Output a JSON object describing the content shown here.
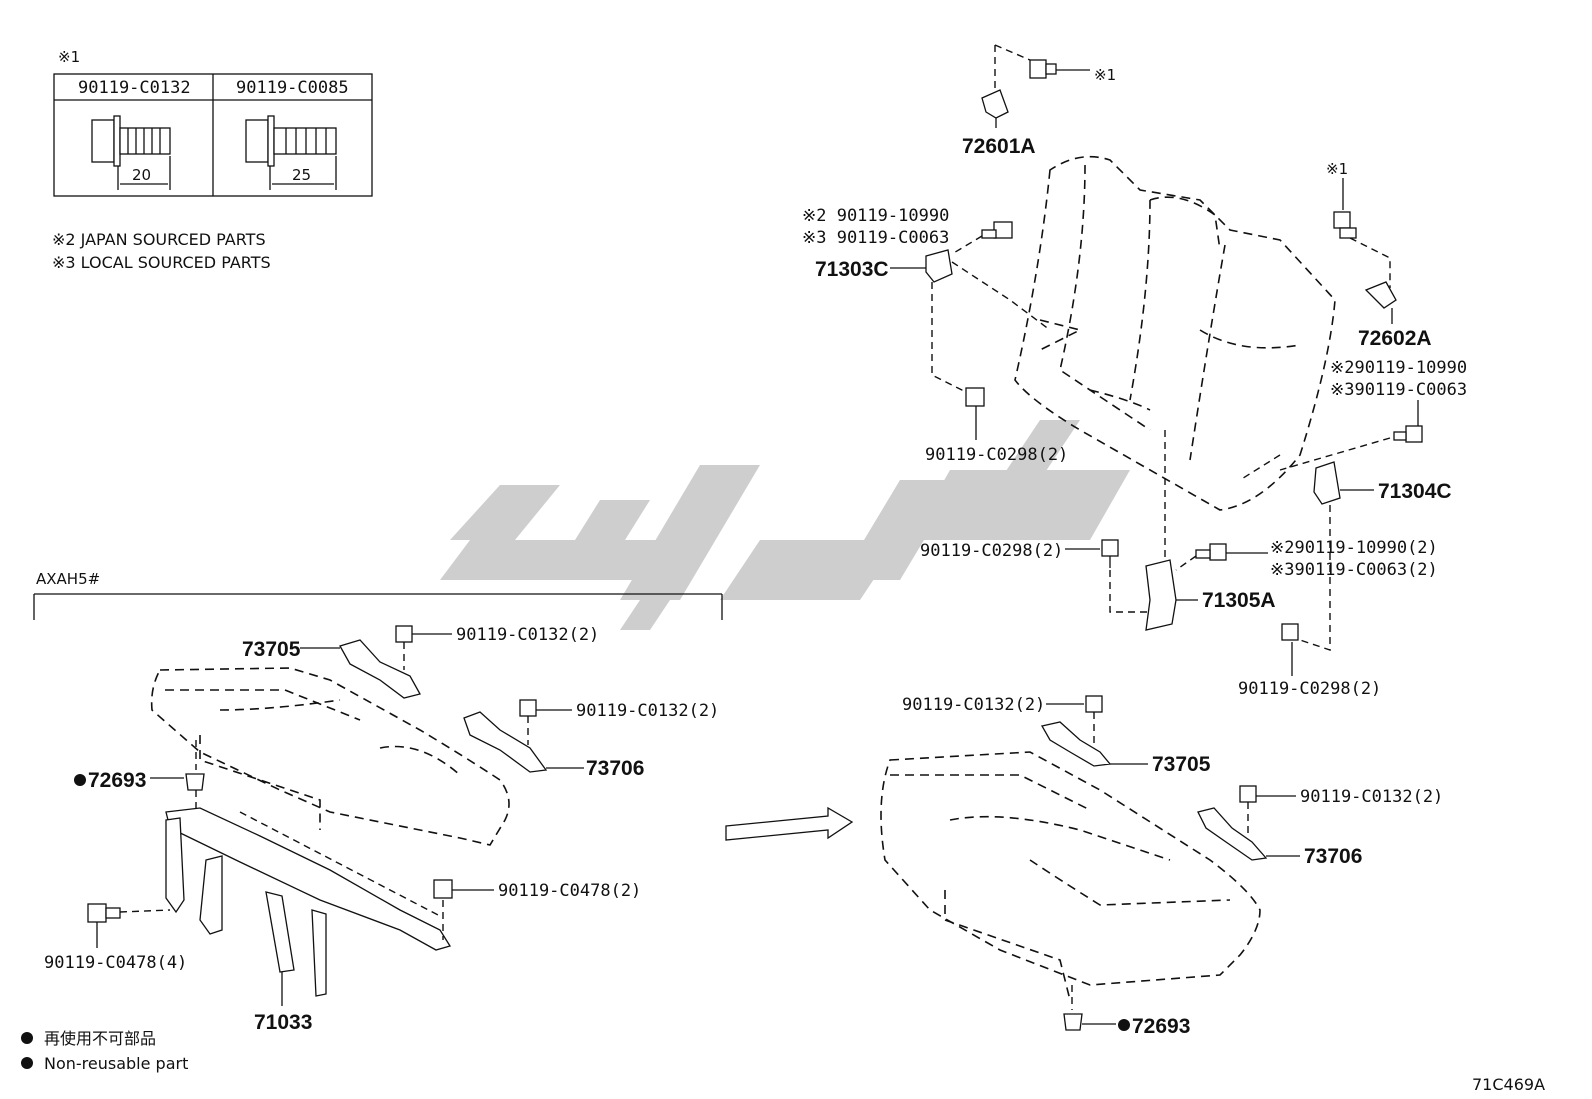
{
  "legend_box": {
    "mark": "※1",
    "col1": {
      "part": "90119-C0132",
      "length": "20"
    },
    "col2": {
      "part": "90119-C0085",
      "length": "25"
    }
  },
  "notes": {
    "n2": "※2 JAPAN SOURCED PARTS",
    "n3": "※3 LOCAL SOURCED PARTS"
  },
  "section_label": "AXAH5#",
  "labels": {
    "p72601A": "72601A",
    "p72601A_bolt": "※1",
    "p72602A": "72602A",
    "p72602A_bolt": "※1",
    "p71303C": "71303C",
    "p71303C_b2": "※2 90119-10990",
    "p71303C_b3": "※3 90119-C0063",
    "p71303C_low": "90119-C0298(2)",
    "p71304C": "71304C",
    "p71304C_b2": "※290119-10990",
    "p71304C_b3": "※390119-C0063",
    "p71305A": "71305A",
    "p71305A_left": "90119-C0298(2)",
    "p71305A_b2": "※290119-10990(2)",
    "p71305A_b3": "※390119-C0063(2)",
    "p71305A_low": "90119-C0298(2)",
    "l73705": "73705",
    "l73705_bolt": "90119-C0132(2)",
    "l73706": "73706",
    "l73706_bolt": "90119-C0132(2)",
    "l72693": "72693",
    "l_frame_bolt_r": "90119-C0478(2)",
    "l_frame_bolt_l": "90119-C0478(4)",
    "l71033": "71033",
    "r73705_bolt": "90119-C0132(2)",
    "r73705": "73705",
    "r73706_bolt": "90119-C0132(2)",
    "r73706": "73706",
    "r72693": "72693"
  },
  "footer": {
    "jp": "再使用不可部品",
    "en": "Non-reusable part",
    "code": "71C469A"
  }
}
